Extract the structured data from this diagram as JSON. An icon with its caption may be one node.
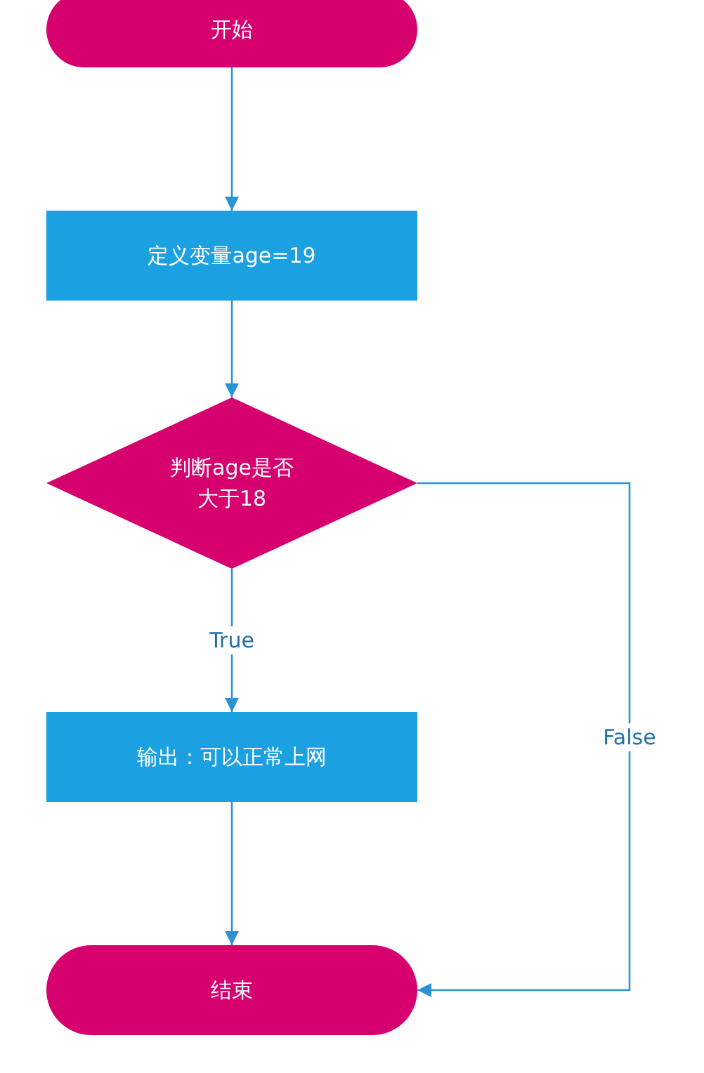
{
  "diagram": {
    "nodes": [
      {
        "text": [
          "开始"
        ]
      },
      {
        "text": [
          "定义变量age=19"
        ]
      },
      {
        "text": [
          "判断age是否大于18"
        ]
      },
      {
        "text": [
          "输出：可以正常上网"
        ]
      },
      {
        "text": [
          "结束"
        ]
      }
    ],
    "edges": [
      {
        "from": 0,
        "to": 1,
        "arrow": "to"
      },
      {
        "from": 1,
        "to": 2,
        "arrow": "to"
      },
      {
        "from": 2,
        "to": 3,
        "arrow": "to",
        "label": "True"
      },
      {
        "from": 3,
        "to": 4,
        "arrow": "to"
      },
      {
        "from": 2,
        "to": 4,
        "arrow": "to",
        "label": "False"
      }
    ]
  }
}
